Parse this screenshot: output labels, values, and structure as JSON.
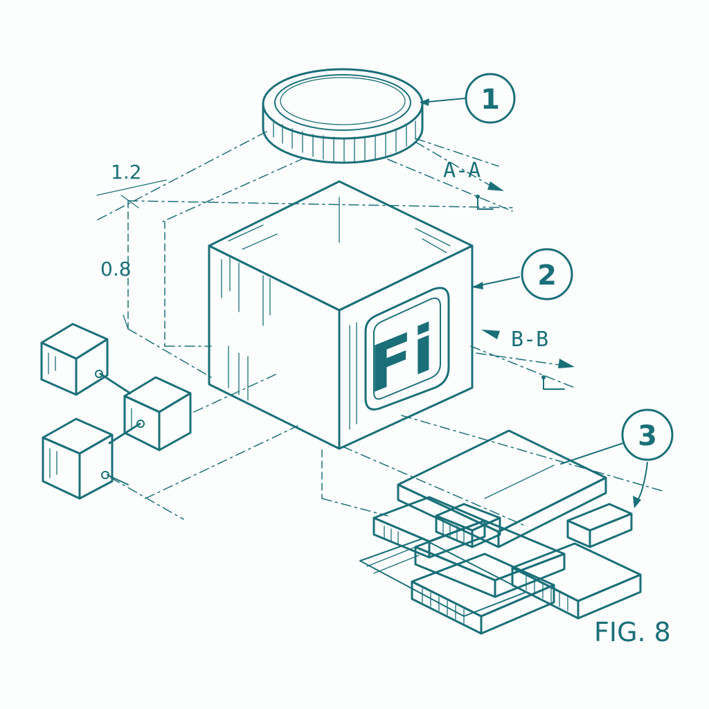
{
  "callouts": {
    "c1": "1",
    "c2": "2",
    "c3": "3"
  },
  "dimensions": {
    "width": "1.2",
    "height": "0.8"
  },
  "sections": {
    "a": "A-A",
    "b": "B-B"
  },
  "logo": "Fi",
  "figure_label": "FIG. 8",
  "colors": {
    "ink": "#1a6f78",
    "paper": "#fcfdfd"
  }
}
